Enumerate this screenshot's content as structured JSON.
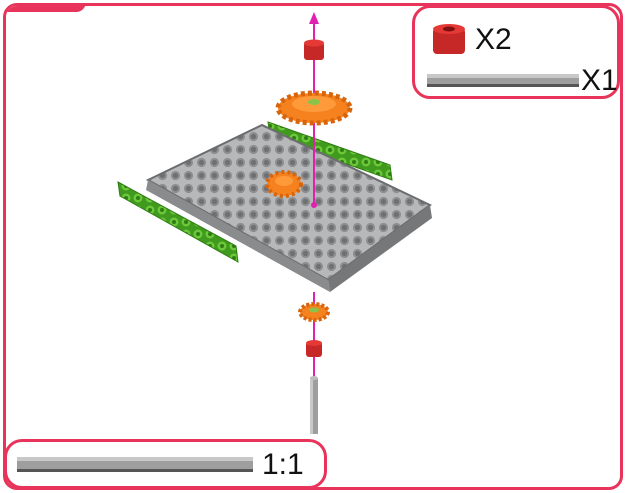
{
  "parts": [
    {
      "icon": "red-spacer-icon",
      "quantity": "X2"
    },
    {
      "icon": "gray-axle-icon",
      "quantity": "X1"
    }
  ],
  "scale": {
    "label": "1:1"
  },
  "colors": {
    "frame": "#e8345a",
    "spacer": "#d32c2c",
    "gear": "#f07a1e",
    "plate": "#a9aaac",
    "brick": "#4caf28",
    "guide": "#e020b0"
  }
}
